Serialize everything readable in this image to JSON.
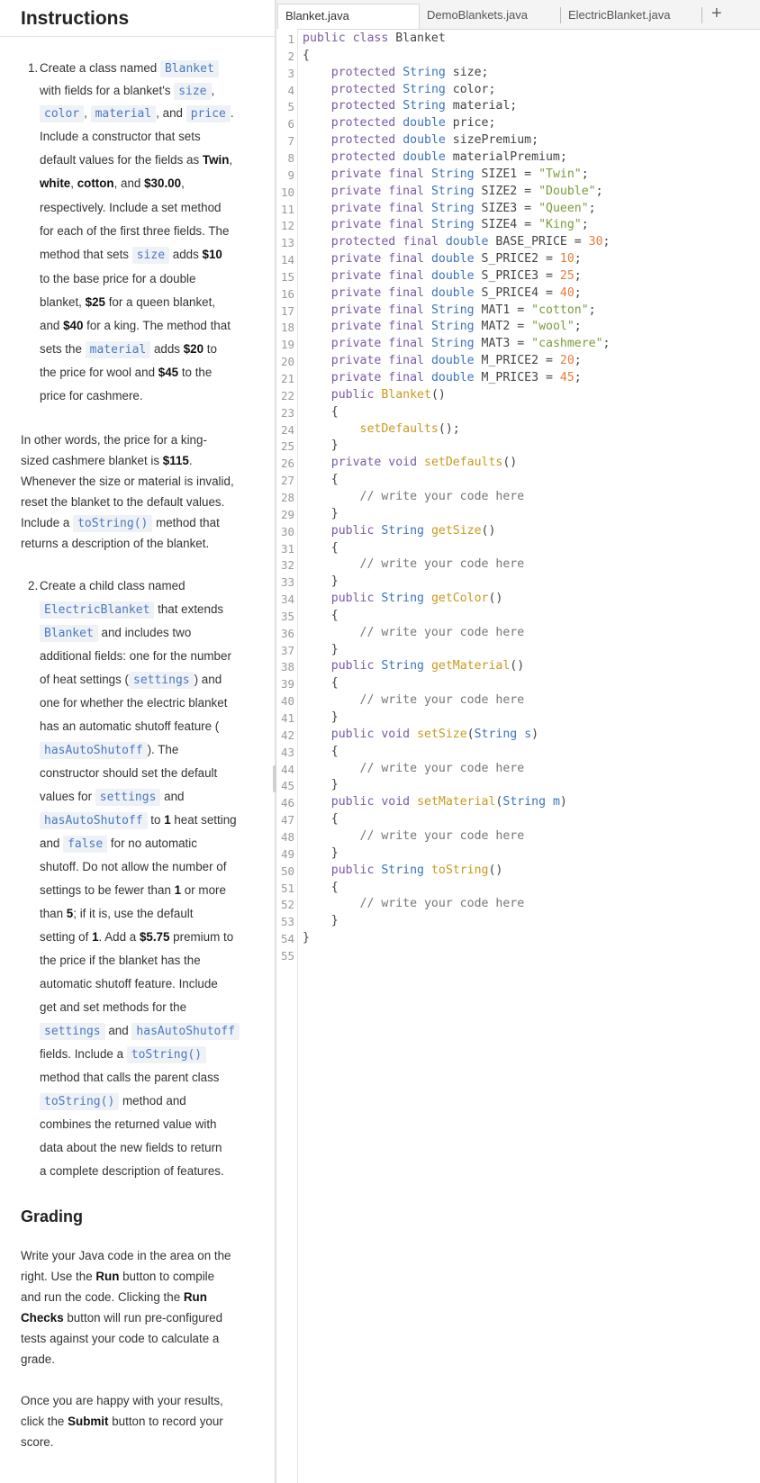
{
  "instructions": {
    "title": "Instructions",
    "item1_number": "1.",
    "item2_number": "2.",
    "grading_title": "Grading"
  },
  "tabs": [
    {
      "label": "Blanket.java",
      "active": true
    },
    {
      "label": "DemoBlankets.java",
      "active": false
    },
    {
      "label": "ElectricBlanket.java",
      "active": false
    }
  ],
  "add_tab_label": "+",
  "code_lines": [
    "public class Blanket",
    "{",
    "    protected String size;",
    "    protected String color;",
    "    protected String material;",
    "    protected double price;",
    "    protected double sizePremium;",
    "    protected double materialPremium;",
    "    private final String SIZE1 = \"Twin\";",
    "    private final String SIZE2 = \"Double\";",
    "    private final String SIZE3 = \"Queen\";",
    "    private final String SIZE4 = \"King\";",
    "    protected final double BASE_PRICE = 30;",
    "    private final double S_PRICE2 = 10;",
    "    private final double S_PRICE3 = 25;",
    "    private final double S_PRICE4 = 40;",
    "    private final String MAT1 = \"cotton\";",
    "    private final String MAT2 = \"wool\";",
    "    private final String MAT3 = \"cashmere\";",
    "    private final double M_PRICE2 = 20;",
    "    private final double M_PRICE3 = 45;",
    "    public Blanket()",
    "    {",
    "        setDefaults();",
    "    }",
    "    private void setDefaults()",
    "    {",
    "        // write your code here",
    "    }",
    "    public String getSize()",
    "    {",
    "        // write your code here",
    "    }",
    "    public String getColor()",
    "    {",
    "        // write your code here",
    "    }",
    "    public String getMaterial()",
    "    {",
    "        // write your code here",
    "    }",
    "    public void setSize(String s)",
    "    {",
    "        // write your code here",
    "    }",
    "    public void setMaterial(String m)",
    "    {",
    "        // write your code here",
    "    }",
    "    public String toString()",
    "    {",
    "        // write your code here",
    "    }",
    "}",
    ""
  ]
}
